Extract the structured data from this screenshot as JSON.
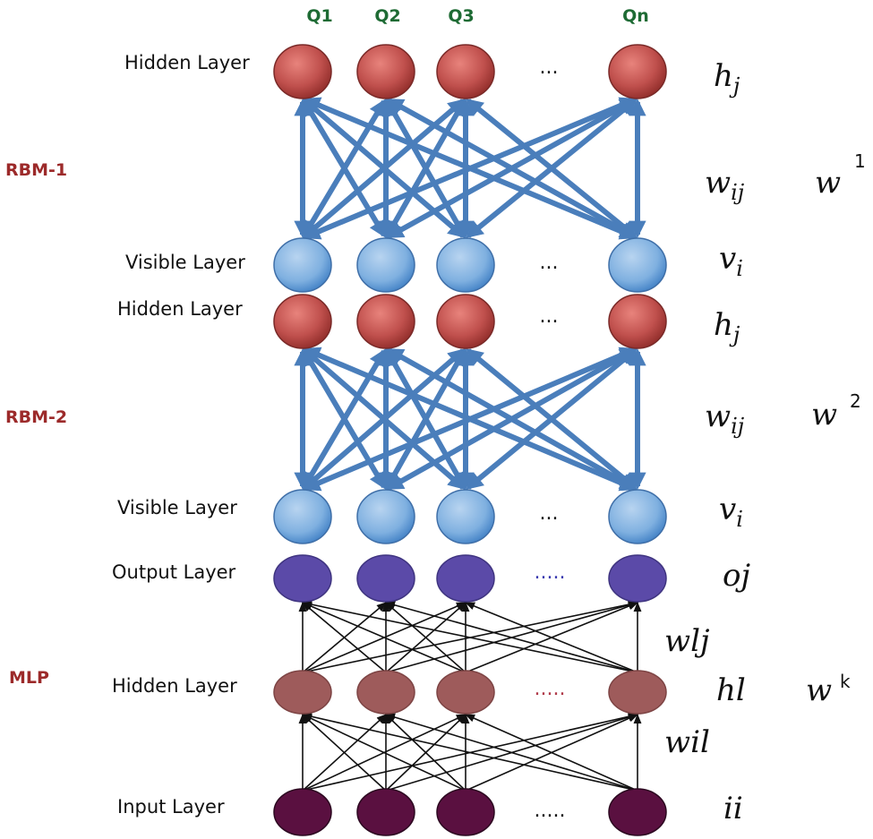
{
  "columns": [
    "Q1",
    "Q2",
    "Q3",
    "Qn"
  ],
  "ellipsis": "...",
  "ellipsis_long": ".....",
  "sections": {
    "rbm1": "RBM-1",
    "rbm2": "RBM-2",
    "mlp": "MLP"
  },
  "rbm1": {
    "hidden_label": "Hidden Layer",
    "visible_label": "Visible Layer",
    "hidden_symbol": "h",
    "hidden_symbol_sub": "j",
    "weight_symbol": "w",
    "weight_symbol_sub": "ij",
    "visible_symbol": "v",
    "visible_symbol_sub": "i",
    "matrix_symbol": "w",
    "matrix_sup": "1"
  },
  "rbm2": {
    "hidden_label": "Hidden Layer",
    "visible_label": "Visible Layer",
    "hidden_symbol": "h",
    "hidden_symbol_sub": "j",
    "weight_symbol": "w",
    "weight_symbol_sub": "ij",
    "visible_symbol": "v",
    "visible_symbol_sub": "i",
    "matrix_symbol": "w",
    "matrix_sup": "2"
  },
  "mlp": {
    "output_label": "Output Layer",
    "hidden_label": "Hidden Layer",
    "input_label": "Input Layer",
    "output_symbol": "oj",
    "weight_out_symbol": "wlj",
    "hidden_symbol": "hl",
    "weight_in_symbol": "wil",
    "input_symbol": "ii",
    "matrix_symbol": "w",
    "matrix_sup": "k"
  },
  "colors": {
    "rbm_hidden": "#c0504d",
    "rbm_visible": "#6fa8dc",
    "rbm_edge": "#4a7ebb",
    "mlp_output": "#5b4aa8",
    "mlp_hidden": "#9e5b5b",
    "mlp_input": "#5a1040",
    "mlp_edge": "#111111"
  }
}
